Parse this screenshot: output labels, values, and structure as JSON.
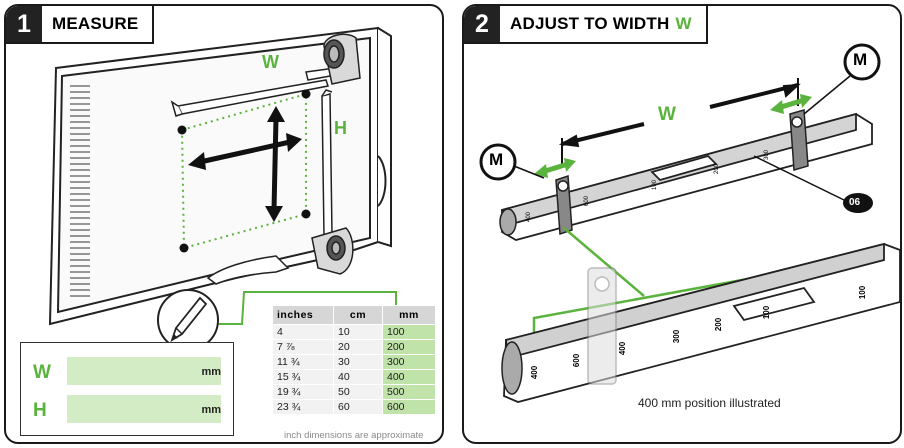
{
  "colors": {
    "accent": "#5ab33c",
    "light_green": "#d4ecc6",
    "table_green": "#bfe3a8",
    "dark": "#222222"
  },
  "icons": [
    "pencil-icon",
    "m-badge-icon",
    "number-06-badge-icon",
    "double-arrow-icon"
  ],
  "step1": {
    "number": "1",
    "title": "MEASURE",
    "label_w": "W",
    "label_h": "H",
    "form": {
      "rows": [
        {
          "key": "W",
          "unit": "mm"
        },
        {
          "key": "H",
          "unit": "mm"
        }
      ]
    },
    "table": {
      "headers": [
        "inches",
        "cm",
        "mm"
      ],
      "rows": [
        [
          "4",
          "10",
          "100"
        ],
        [
          "7 ⅞",
          "20",
          "200"
        ],
        [
          "11 ¾",
          "30",
          "300"
        ],
        [
          "15 ¾",
          "40",
          "400"
        ],
        [
          "19 ¾",
          "50",
          "500"
        ],
        [
          "23 ¾",
          "60",
          "600"
        ]
      ],
      "note": "inch dimensions are approximate"
    }
  },
  "step2": {
    "number": "2",
    "title": "ADJUST TO WIDTH",
    "title_accent": "W",
    "label_w": "W",
    "badge_m": "M",
    "badge_part": "06",
    "rail_marks": [
      "400",
      "600",
      "100",
      "200",
      "300"
    ],
    "zoom_marks": [
      "400",
      "600",
      "400",
      "300",
      "200",
      "100",
      "100"
    ],
    "caption": "400 mm position illustrated"
  }
}
